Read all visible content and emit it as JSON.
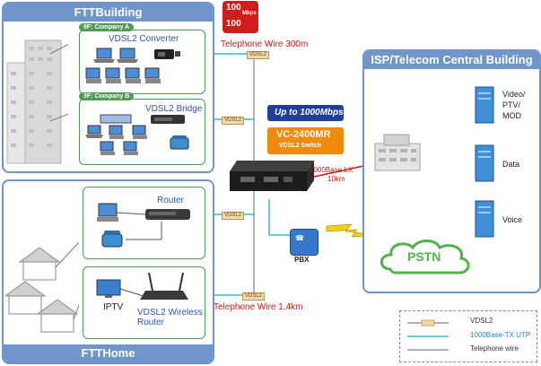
{
  "panels": {
    "fttbuilding_title": "FTTBuilding",
    "ftthome_title": "FTTHome",
    "isp_title": "ISP/Telecom Central Building"
  },
  "building": {
    "company_a_tag": "9F: Company A",
    "company_a_device": "VDSL2 Converter",
    "company_b_tag": "3F: Company B",
    "company_b_device": "VDSL2 Bridge"
  },
  "home": {
    "router_label": "Router",
    "iptv_label": "IPTV",
    "wireless_label_1": "VDSL2 Wireless",
    "wireless_label_2": "Router"
  },
  "center": {
    "speed_badge": "Up to 1000Mbps",
    "product_name": "VC-2400MR",
    "product_type": "VDSL2 Switch",
    "pbx_label": "PBX",
    "link_lx_1": "1000Base-LX",
    "link_lx_2": "10km",
    "wire_300m": "Telephone Wire 300m",
    "wire_1_4km": "Telephone Wire 1.4km",
    "speed_icon_top": "100",
    "speed_icon_unit": "Mbps",
    "speed_icon_bottom": "100"
  },
  "isp": {
    "server1_l1": "Video/",
    "server1_l2": "PTV/",
    "server1_l3": "MOD",
    "server2": "Data",
    "server3": "Voice",
    "pstn": "PSTN"
  },
  "vdsl_tag": "VDSL2",
  "legend": {
    "vdsl2": "VDSL2",
    "utp": "1000Base-TX UTP",
    "telephone": "Telephone wire"
  },
  "colors": {
    "panel_border": "#6f95c9",
    "green": "#4f9a55",
    "wire_cyan": "#3fb9c2",
    "red": "#c81818",
    "blue_text": "#2e55a6"
  }
}
